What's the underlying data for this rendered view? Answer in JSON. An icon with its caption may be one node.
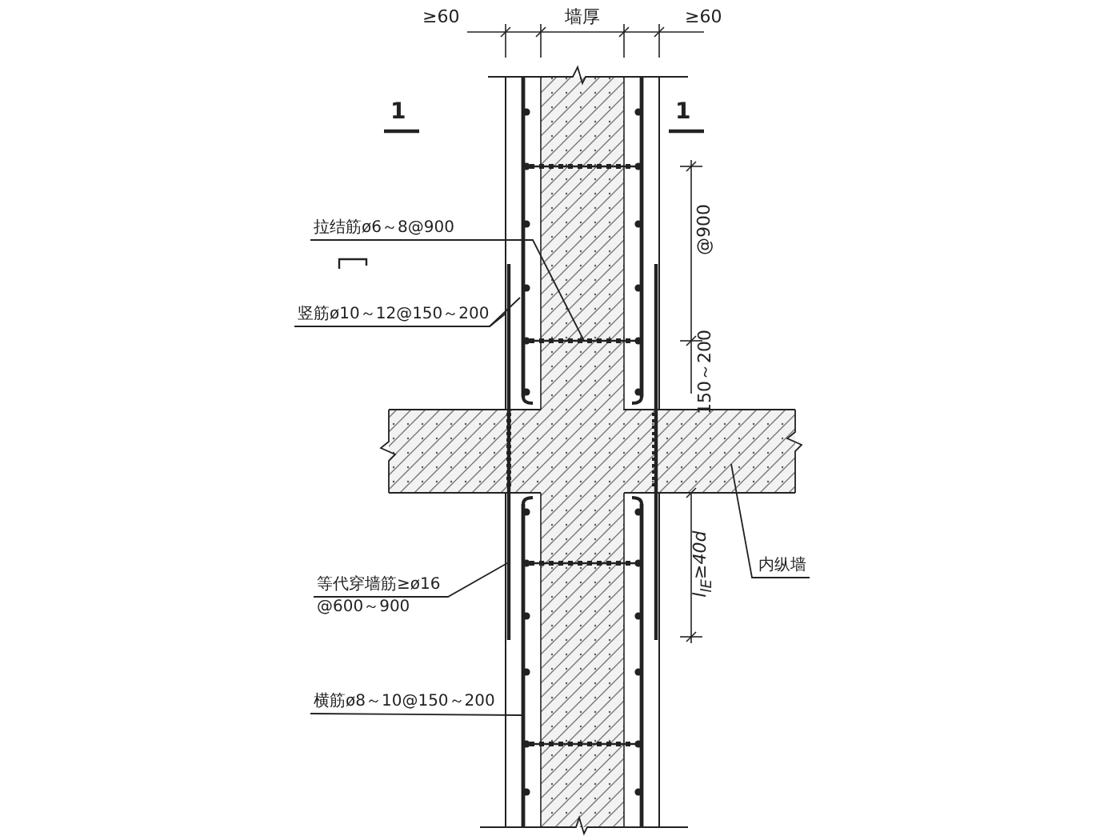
{
  "diagram": {
    "nodes": [
      {
        "text": [
          "拉结筋ø6～8@900"
        ]
      },
      {
        "text": [
          "竖筋ø10～12@150～200"
        ]
      },
      {
        "text": [
          "等代穿墙筋≥ø16 @600～900"
        ]
      },
      {
        "text": [
          "横筋ø8～10@150～200"
        ]
      },
      {
        "text": [
          "内纵墙"
        ]
      }
    ],
    "edges": [
      {
        "from": 0,
        "to": null,
        "arrow": "none"
      },
      {
        "from": 1,
        "to": null,
        "arrow": "none"
      },
      {
        "from": 1,
        "to": null,
        "arrow": "none"
      },
      {
        "from": 2,
        "to": null,
        "arrow": "none"
      },
      {
        "from": 3,
        "to": null,
        "arrow": "none"
      },
      {
        "from": 4,
        "to": null,
        "arrow": "none"
      }
    ],
    "labels": [
      "≥60",
      "墙厚",
      "≥60",
      "1",
      "1",
      "@900",
      "150～200",
      "l$_{lE}$≥40d"
    ]
  }
}
